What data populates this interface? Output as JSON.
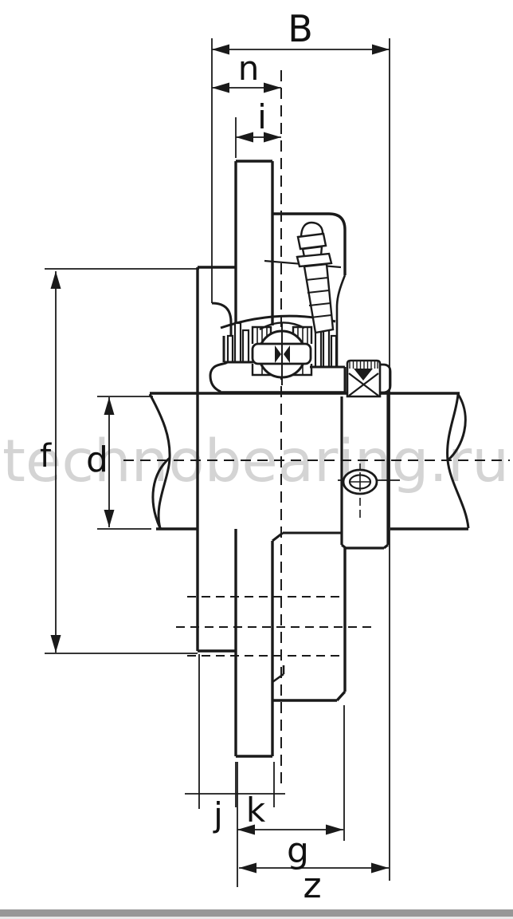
{
  "watermark": {
    "text": "technobearing.ru",
    "color": "#d4d4d4"
  },
  "dimension_labels": {
    "B": "B",
    "n": "n",
    "i": "i",
    "f": "f",
    "d": "d",
    "j": "j",
    "k": "k",
    "g": "g",
    "z": "z"
  },
  "colors": {
    "line": "#1a1a1a",
    "background": "#ffffff",
    "footer_bar": "#979797",
    "footer_bar_light": "#e8e8e8"
  }
}
